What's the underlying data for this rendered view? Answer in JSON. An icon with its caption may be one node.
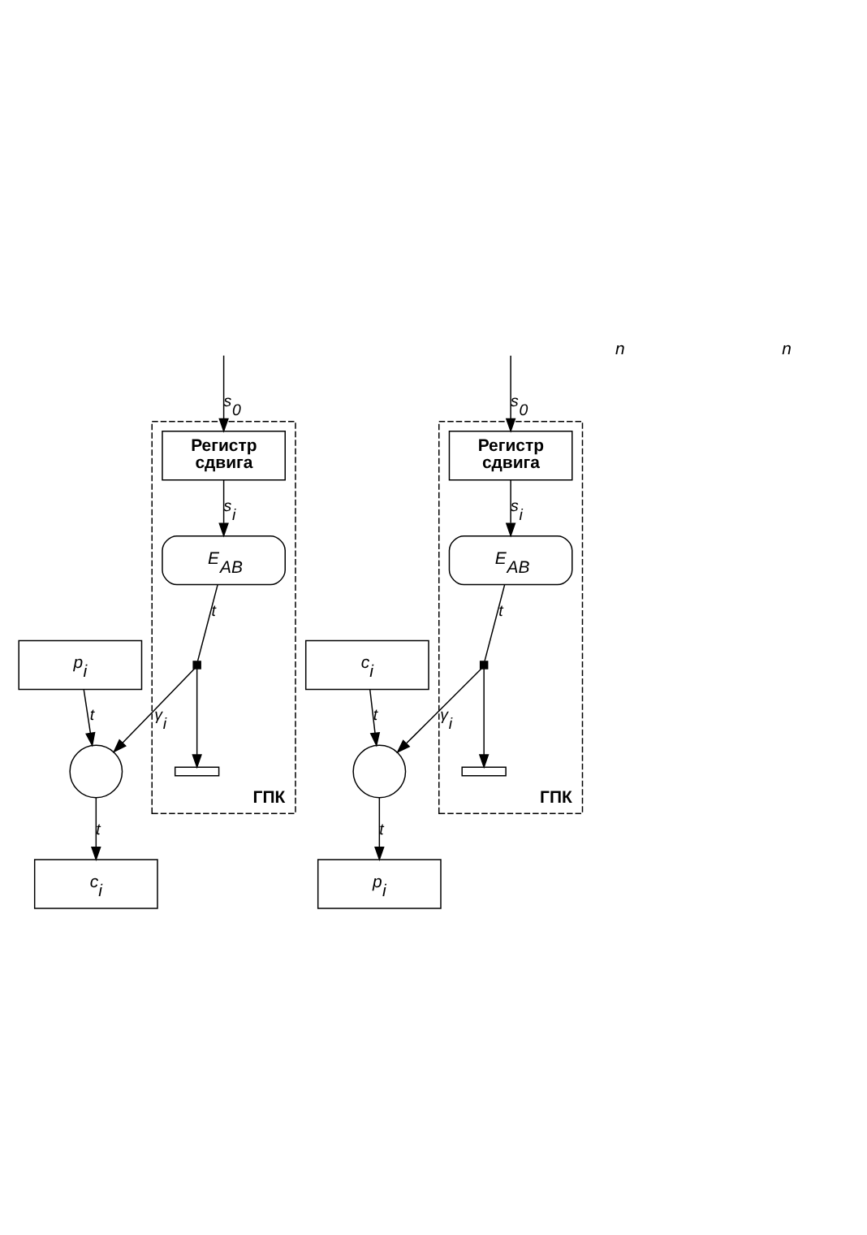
{
  "diagram": {
    "nodes": [
      {
        "text": [
          "ГПК"
        ]
      },
      {
        "text": [],
        "shape": "point",
        "in": 0
      },
      {
        "text": [
          "E$_{AB}$"
        ],
        "in": 0
      },
      {
        "text": [
          "Регистр сдвига"
        ],
        "in": 0
      },
      {
        "text": [],
        "shape": "bar",
        "in": 0
      },
      {
        "text": [
          "p$_{i}$"
        ]
      },
      {
        "text": [],
        "shape": "circle"
      },
      {
        "text": [
          "c$_{i}$"
        ]
      },
      {
        "text": [
          "ГПК"
        ]
      },
      {
        "text": [],
        "shape": "point",
        "in": 8
      },
      {
        "text": [
          "E$_{AB}$"
        ],
        "in": 8
      },
      {
        "text": [
          "Регистр сдвига"
        ],
        "in": 8
      },
      {
        "text": [],
        "shape": "bar",
        "in": 8
      },
      {
        "text": [
          "c$_{i}$"
        ]
      },
      {
        "text": [],
        "shape": "circle"
      },
      {
        "text": [
          "p$_{i}$"
        ]
      }
    ],
    "edges": [
      {
        "from": 3,
        "to": 2,
        "arrow": "to",
        "label": "s$_{i}$"
      },
      {
        "from": 2,
        "to": 1,
        "arrow": "none",
        "label": "t"
      },
      {
        "from": 1,
        "to": 4,
        "arrow": "to"
      },
      {
        "from": null,
        "to": 3,
        "arrow": "to",
        "label": "s$_{0}$"
      },
      {
        "from": 1,
        "to": 6,
        "arrow": "to",
        "label": "γ$_{i}$"
      },
      {
        "from": 5,
        "to": 6,
        "arrow": "to",
        "label": "t"
      },
      {
        "from": 6,
        "to": 7,
        "arrow": "to",
        "label": "t"
      },
      {
        "from": 11,
        "to": 10,
        "arrow": "to",
        "label": "s$_{i}$"
      },
      {
        "from": 10,
        "to": 9,
        "arrow": "none",
        "label": "t"
      },
      {
        "from": 9,
        "to": 12,
        "arrow": "to"
      },
      {
        "from": null,
        "to": 11,
        "arrow": "to",
        "label": "s$_{0}$"
      },
      {
        "from": 9,
        "to": 14,
        "arrow": "to",
        "label": "γ$_{i}$"
      },
      {
        "from": 13,
        "to": 14,
        "arrow": "to",
        "label": "t"
      },
      {
        "from": 14,
        "to": 15,
        "arrow": "to",
        "label": "t"
      }
    ],
    "labels": [
      "n",
      "n"
    ]
  }
}
